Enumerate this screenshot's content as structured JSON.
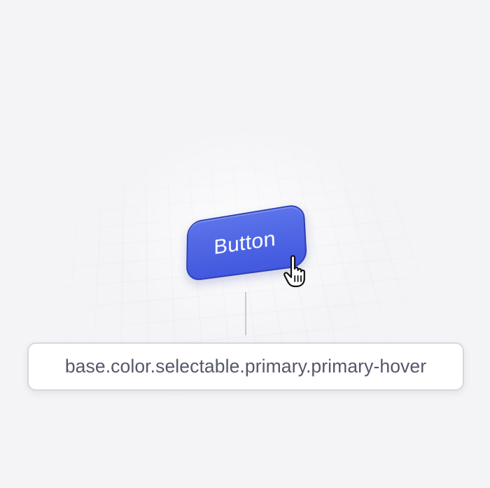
{
  "button": {
    "label": "Button",
    "state": "hover",
    "fill_color": "#4a62e4",
    "border_color": "#2f3fb3",
    "text_color": "#ffffff"
  },
  "cursor": {
    "icon": "hand-pointer-icon"
  },
  "token": {
    "name": "base.color.selectable.primary.primary-hover"
  },
  "colors": {
    "background": "#f4f4f7",
    "label_border": "#d6d7dd",
    "label_text": "#54586a",
    "connector": "#c9cbd2"
  }
}
